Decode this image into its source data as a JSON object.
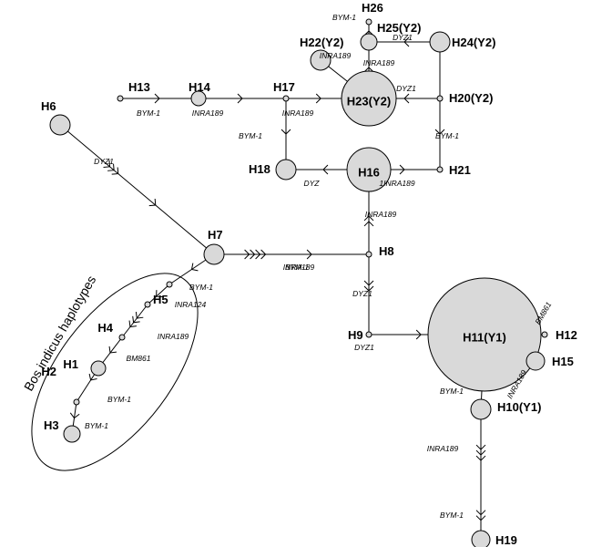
{
  "group": {
    "label": "Bos indicus haplotypes"
  },
  "nodes": [
    {
      "id": "H1",
      "label": "H1"
    },
    {
      "id": "H2",
      "label": "H2"
    },
    {
      "id": "H3",
      "label": "H3"
    },
    {
      "id": "H4",
      "label": "H4"
    },
    {
      "id": "H5",
      "label": "H5"
    },
    {
      "id": "H6",
      "label": "H6"
    },
    {
      "id": "H7",
      "label": "H7"
    },
    {
      "id": "H8",
      "label": "H8"
    },
    {
      "id": "H9",
      "label": "H9"
    },
    {
      "id": "H10",
      "label": "H10(Y1)"
    },
    {
      "id": "H11",
      "label": "H11(Y1)"
    },
    {
      "id": "H12",
      "label": "H12"
    },
    {
      "id": "H13",
      "label": "H13"
    },
    {
      "id": "H14",
      "label": "H14"
    },
    {
      "id": "H15",
      "label": "H15"
    },
    {
      "id": "H16",
      "label": "H16"
    },
    {
      "id": "H17",
      "label": "H17"
    },
    {
      "id": "H18",
      "label": "H18"
    },
    {
      "id": "H19",
      "label": "H19"
    },
    {
      "id": "H20",
      "label": "H20(Y2)"
    },
    {
      "id": "H21",
      "label": "H21"
    },
    {
      "id": "H22",
      "label": "H22(Y2)"
    },
    {
      "id": "H23",
      "label": "H23(Y2)"
    },
    {
      "id": "H24",
      "label": "H24(Y2)"
    },
    {
      "id": "H25",
      "label": "H25(Y2)"
    },
    {
      "id": "H26",
      "label": "H26"
    }
  ],
  "mutations": [
    {
      "id": "m1",
      "label": "BYM-1"
    },
    {
      "id": "m2",
      "label": "INRA189"
    },
    {
      "id": "m3",
      "label": "INRA189"
    },
    {
      "id": "m4",
      "label": "BYM-1"
    },
    {
      "id": "m5",
      "label": "DYZ"
    },
    {
      "id": "m6",
      "label": "1INRA189"
    },
    {
      "id": "m7",
      "label": "BYM-1"
    },
    {
      "id": "m8",
      "label": "DYZ1"
    },
    {
      "id": "m9",
      "label": "DYZ1"
    },
    {
      "id": "m10",
      "label": "BYM-1"
    },
    {
      "id": "m11",
      "label": "INRA189"
    },
    {
      "id": "m12",
      "label": "INRA189"
    },
    {
      "id": "m13",
      "label": "INRA189"
    },
    {
      "id": "m14",
      "label": "DYZ1"
    },
    {
      "id": "m15",
      "label": "INRA189"
    },
    {
      "id": "m16",
      "label": "BYM-1"
    },
    {
      "id": "m17",
      "label": "DYZ1"
    },
    {
      "id": "m18",
      "label": "DYZ1"
    },
    {
      "id": "m19",
      "label": "BM861"
    },
    {
      "id": "m20",
      "label": "INRA189"
    },
    {
      "id": "m21",
      "label": "BYM-1"
    },
    {
      "id": "m22",
      "label": "INRA189"
    },
    {
      "id": "m23",
      "label": "BYM-1"
    },
    {
      "id": "m24",
      "label": "BYM-1"
    },
    {
      "id": "m25",
      "label": "INRA124"
    },
    {
      "id": "m26",
      "label": "INRA189"
    },
    {
      "id": "m27",
      "label": "BM861"
    },
    {
      "id": "m28",
      "label": "BYM-1"
    },
    {
      "id": "m29",
      "label": "BYM-1"
    }
  ]
}
